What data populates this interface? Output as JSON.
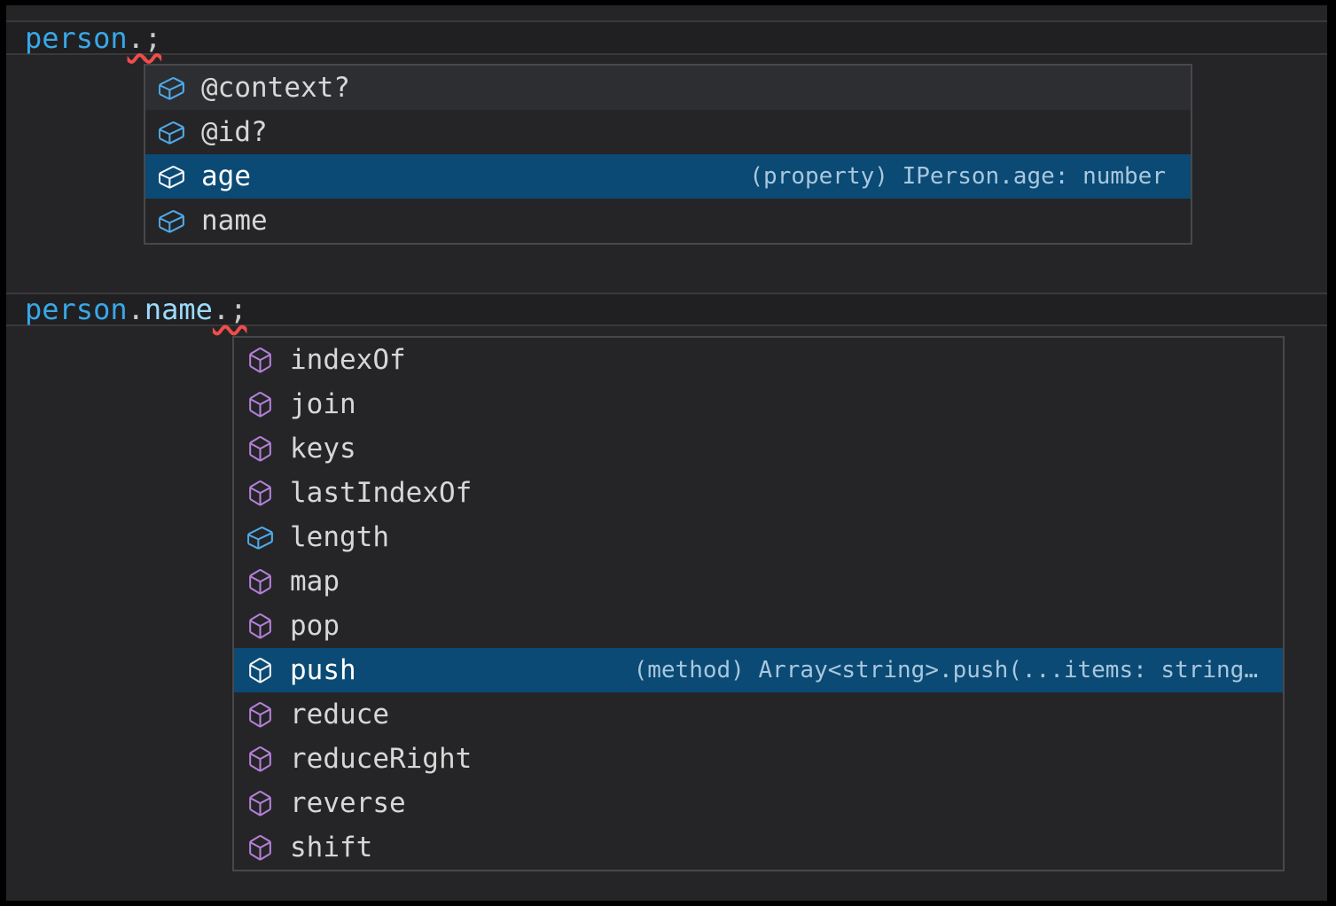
{
  "colors": {
    "sel_bg": "#0a4a74",
    "hover_bg": "#2c2e31",
    "popup_bg": "#252527",
    "popup_border": "#48484c",
    "editor_bg": "#252527",
    "band_bg": "#202022",
    "band_border": "#39393b",
    "label": "#d7d7d7",
    "label_sel": "#ffffff",
    "detail": "#a9c7de",
    "field_icon": "#4fa9e8",
    "method_icon": "#b480d9",
    "icon_sel": "#f2f6fa",
    "code_var": "#38a8e8",
    "code_prop": "#9cdcfe",
    "code_punct": "#c9c9c9",
    "squiggle": "#f14c4c"
  },
  "code_lines": [
    {
      "tokens": [
        {
          "text": "person",
          "style": "variable"
        },
        {
          "text": ".",
          "style": "punct",
          "squiggle": true
        },
        {
          "text": ";",
          "style": "punct",
          "squiggle": true
        }
      ]
    },
    {
      "tokens": [
        {
          "text": "person",
          "style": "variable"
        },
        {
          "text": ".",
          "style": "punct"
        },
        {
          "text": "name",
          "style": "property"
        },
        {
          "text": ".",
          "style": "punct",
          "squiggle": true
        },
        {
          "text": ";",
          "style": "punct",
          "squiggle": true
        }
      ]
    }
  ],
  "popups": [
    {
      "name": "person-member-suggestions",
      "items": [
        {
          "label": "@context?",
          "kind": "field",
          "state": "hover"
        },
        {
          "label": "@id?",
          "kind": "field"
        },
        {
          "label": "age",
          "kind": "field",
          "state": "selected",
          "detail": "(property) IPerson.age: number"
        },
        {
          "label": "name",
          "kind": "field"
        }
      ]
    },
    {
      "name": "string-member-suggestions",
      "items": [
        {
          "label": "indexOf",
          "kind": "method"
        },
        {
          "label": "join",
          "kind": "method"
        },
        {
          "label": "keys",
          "kind": "method"
        },
        {
          "label": "lastIndexOf",
          "kind": "method"
        },
        {
          "label": "length",
          "kind": "field"
        },
        {
          "label": "map",
          "kind": "method"
        },
        {
          "label": "pop",
          "kind": "method"
        },
        {
          "label": "push",
          "kind": "method",
          "state": "selected",
          "detail": "(method) Array<string>.push(...items: string…"
        },
        {
          "label": "reduce",
          "kind": "method"
        },
        {
          "label": "reduceRight",
          "kind": "method"
        },
        {
          "label": "reverse",
          "kind": "method"
        },
        {
          "label": "shift",
          "kind": "method"
        }
      ]
    }
  ]
}
